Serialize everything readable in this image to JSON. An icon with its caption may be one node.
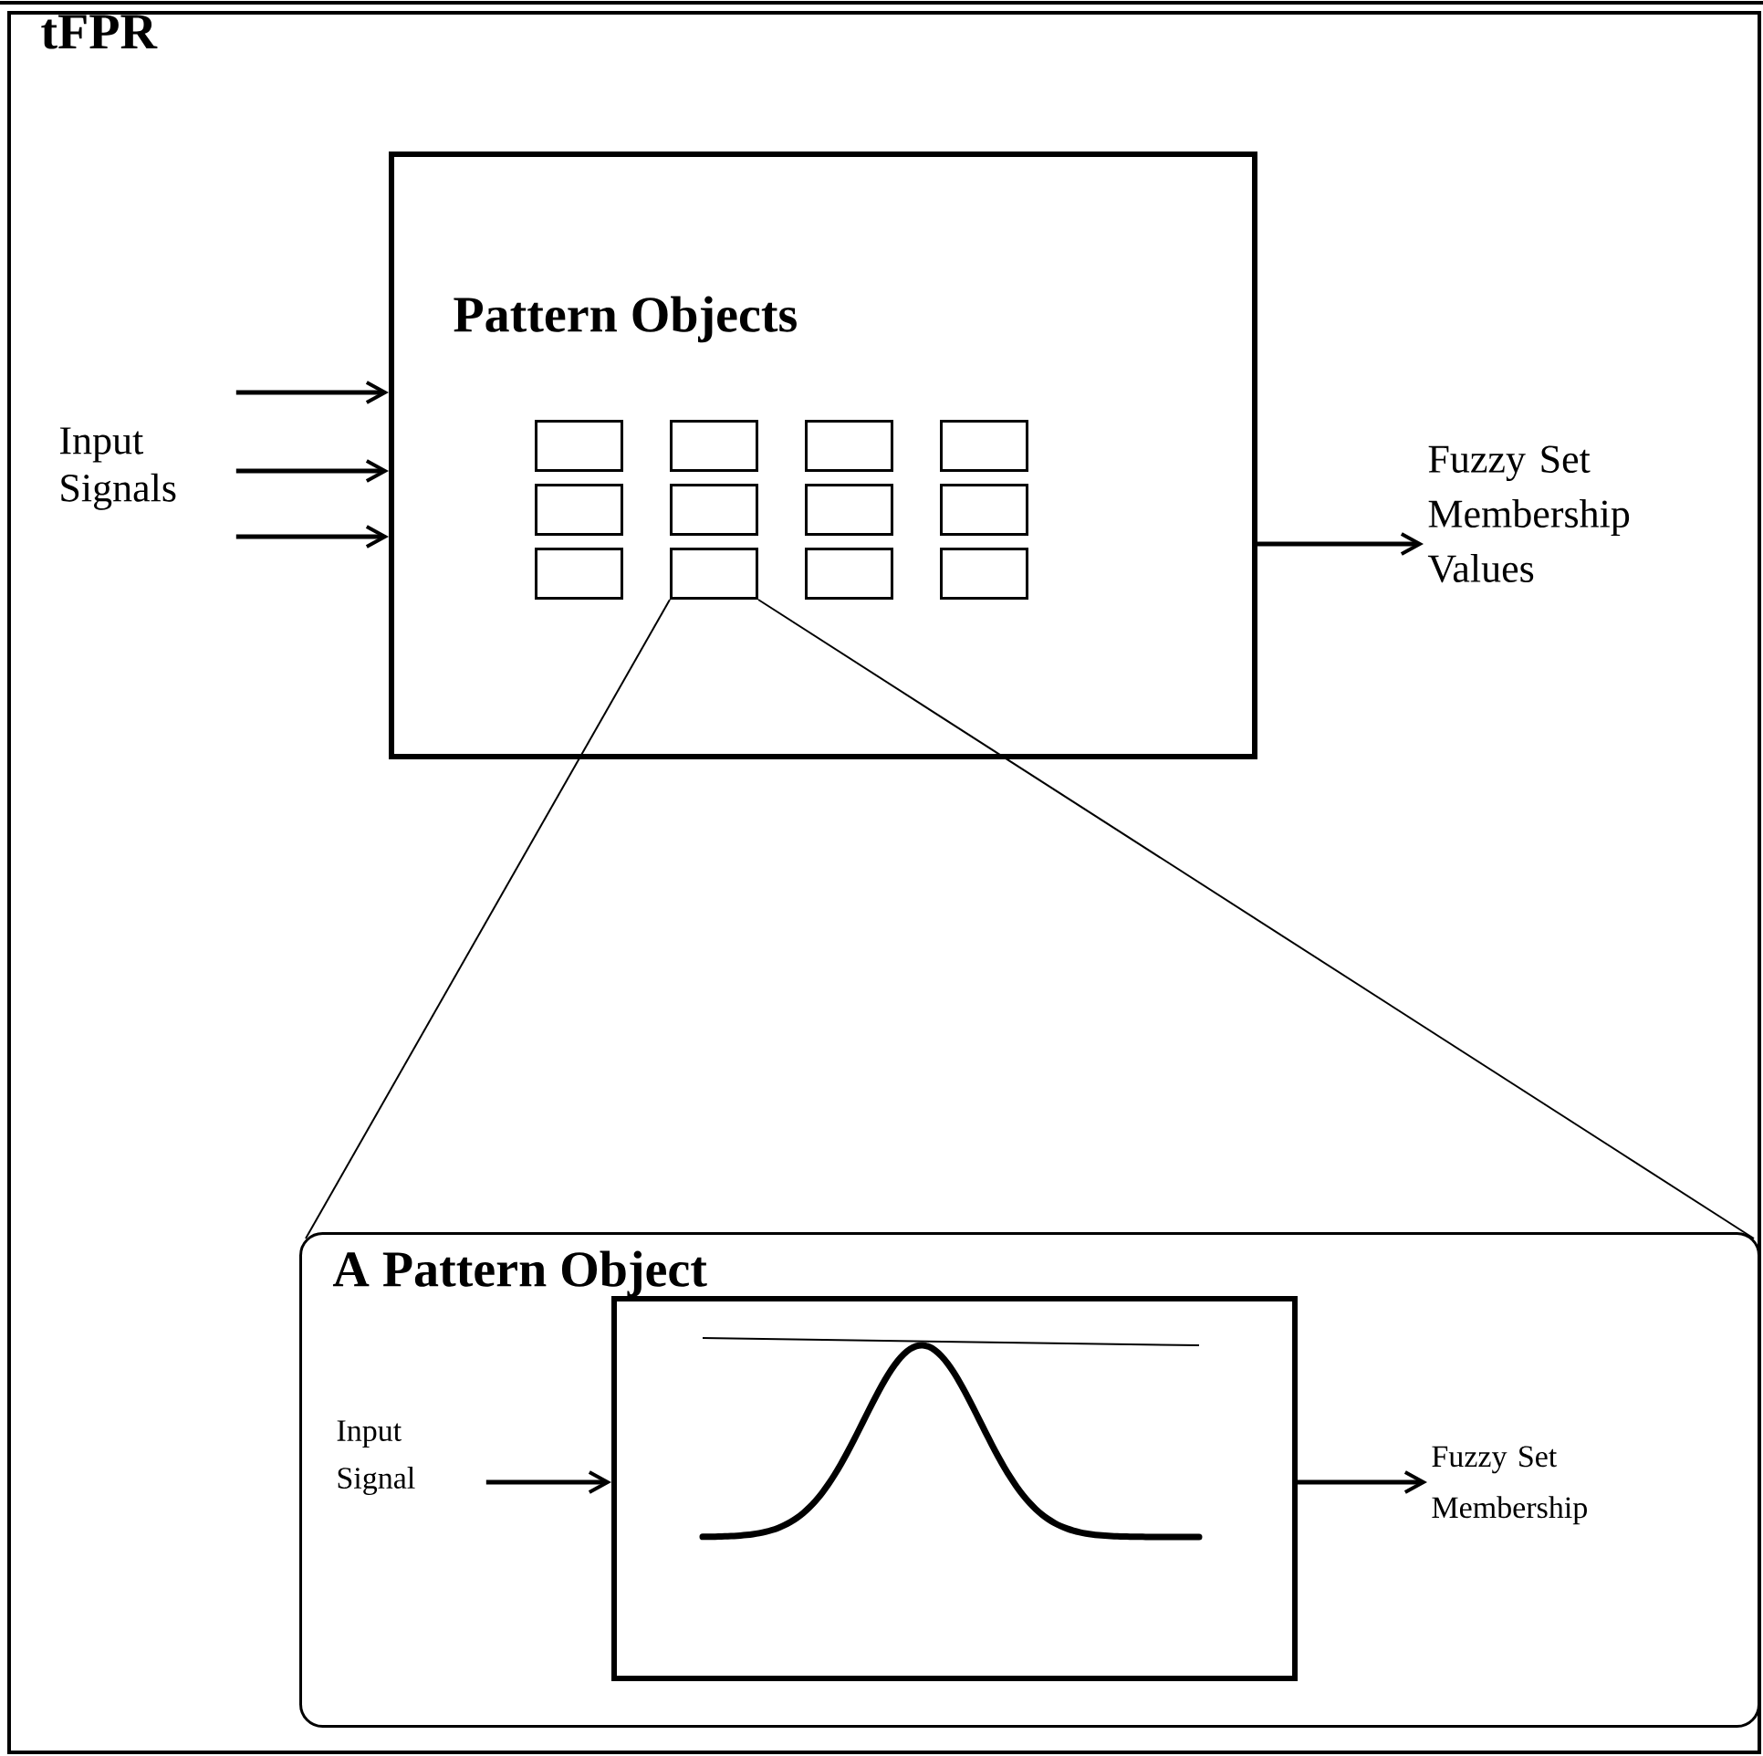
{
  "diagram": {
    "nodes": [
      {
        "text": [
          "tFPR"
        ]
      },
      {
        "text": [
          "Pattern Objects"
        ],
        "in": 0
      },
      {
        "text": [],
        "shape": "box",
        "in": 1
      },
      {
        "text": [],
        "shape": "box",
        "in": 1
      },
      {
        "text": [],
        "shape": "box",
        "in": 1
      },
      {
        "text": [],
        "shape": "box",
        "in": 1
      },
      {
        "text": [],
        "shape": "box",
        "in": 1
      },
      {
        "text": [],
        "shape": "box",
        "in": 1
      },
      {
        "text": [],
        "shape": "box",
        "in": 1
      },
      {
        "text": [],
        "shape": "box",
        "in": 1
      },
      {
        "text": [],
        "shape": "box",
        "in": 1
      },
      {
        "text": [],
        "shape": "box",
        "in": 1
      },
      {
        "text": [],
        "shape": "box",
        "in": 1
      },
      {
        "text": [],
        "shape": "box",
        "in": 1
      },
      {
        "text": [
          "Input Signals"
        ],
        "in": 0
      },
      {
        "text": [
          "Fuzzy Set Membership Values"
        ],
        "in": 0
      },
      {
        "text": [
          "A Pattern Object"
        ],
        "in": 0
      },
      {
        "text": [],
        "shape": "box",
        "in": 16
      },
      {
        "text": [
          "Input Signal"
        ],
        "in": 16
      },
      {
        "text": [
          "Fuzzy Set Membership"
        ],
        "in": 16
      }
    ],
    "edges": [
      {
        "from": 14,
        "to": 1,
        "arrow": "to"
      },
      {
        "from": 14,
        "to": 1,
        "arrow": "to"
      },
      {
        "from": 14,
        "to": 1,
        "arrow": "to"
      },
      {
        "from": 1,
        "to": 15,
        "arrow": "to"
      },
      {
        "from": 11,
        "to": 16,
        "arrow": "none"
      },
      {
        "from": 11,
        "to": 16,
        "arrow": "none"
      },
      {
        "from": 18,
        "to": 17,
        "arrow": "to"
      },
      {
        "from": 17,
        "to": 19,
        "arrow": "to"
      }
    ]
  }
}
